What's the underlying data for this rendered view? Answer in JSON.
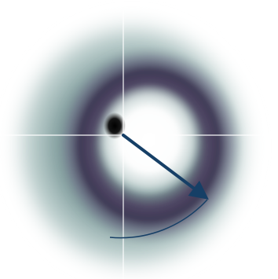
{
  "image": {
    "colors": {
      "background": "#ffffff",
      "halo_outer": "#1e4a4a",
      "ring_purple": "#3d3450",
      "core": "#ffffff",
      "dark_spot": "#050505",
      "crosshair": "#ffffff",
      "arrow": "#163f66",
      "arc": "#163f66"
    },
    "elements": [
      "diffuse-halo",
      "dark-ring",
      "bright-core",
      "dark-spot",
      "crosshair",
      "direction-arrow",
      "sweep-arc"
    ]
  }
}
